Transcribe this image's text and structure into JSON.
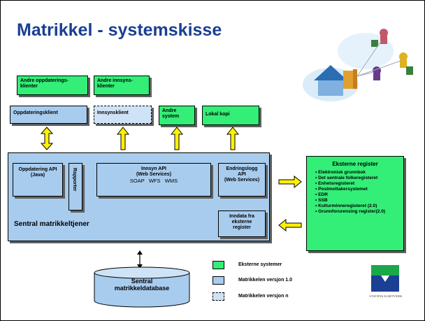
{
  "title": "Matrikkel - systemskisse",
  "clients_top": {
    "andre_oppdatering": "Andre oppdaterings-\nklienter",
    "andre_innsyn": "Andre innsyns-\nklienter"
  },
  "clients": {
    "oppdateringsklient": "Oppdateringsklient",
    "innsynsklient": "Innsynsklient",
    "andre_system": "Andre\nsystem",
    "lokal_kopi": "Lokal kopi"
  },
  "server": {
    "label": "Sentral matrikkeltjener",
    "oppdatering_api": "Oppdatering API\n(Java)",
    "rapporter": "Rapporter",
    "innsyn_api": "Innsyn API\n(Web Services)",
    "innsyn_services": "SOAP   WFS   WMS",
    "endringslogg": "Endringslogg\nAPI\n(Web Services)",
    "inndata": "Inndata fra\neksterne\nregister"
  },
  "external": {
    "title": "Eksterne register",
    "items": [
      "Elektronisk grunnbok",
      "Det sentrale folkeregisteret",
      "Enhetsregisteret",
      "Postmottakersystemet",
      "EDR",
      "SSB",
      "Kulturminneregisteret (2.0)",
      "Grunnforurensing register(2.0)"
    ]
  },
  "database": {
    "label": "Sentral\nmatrikkeldatabase"
  },
  "legend": {
    "external": "Eksterne systemer",
    "v10": "Matrikkelen versjon 1.0",
    "vn": "Matrikkelen versjon n"
  },
  "logo": {
    "text": "STATENS KARTVERK"
  },
  "colors": {
    "green": "#33ee77",
    "blue": "#a8ccee",
    "title": "#1a3f93",
    "arrow": "#fff200"
  },
  "icons": [
    "house-network-icon",
    "logo-icon"
  ]
}
